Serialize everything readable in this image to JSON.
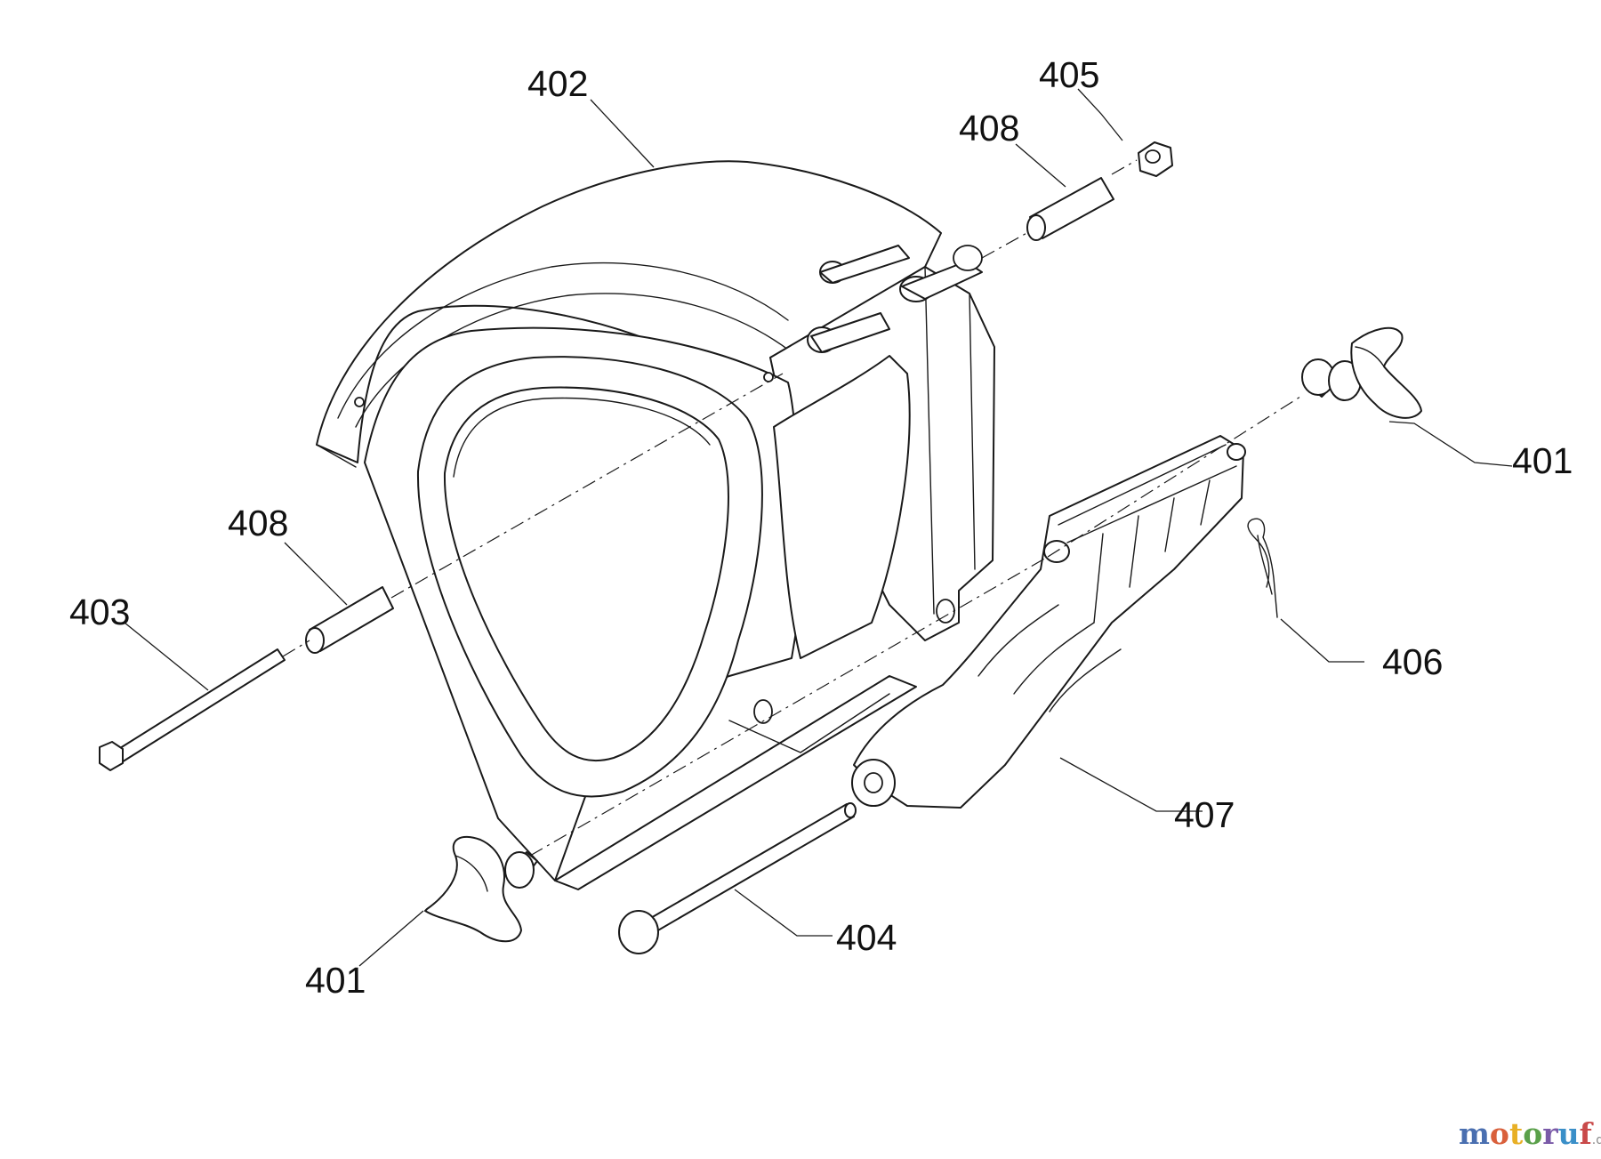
{
  "callouts": {
    "c402": "402",
    "c405": "405",
    "c408_top": "408",
    "c401_right": "401",
    "c408_left": "408",
    "c403": "403",
    "c406": "406",
    "c407": "407",
    "c404": "404",
    "c401_left": "401"
  },
  "watermark": {
    "brand": "motoruf",
    "tld": ".de",
    "colors": [
      "#4a6fb0",
      "#d9603b",
      "#e8b026",
      "#5aa04a",
      "#7a5aa8",
      "#3a8fc8",
      "#c94a4a"
    ]
  }
}
